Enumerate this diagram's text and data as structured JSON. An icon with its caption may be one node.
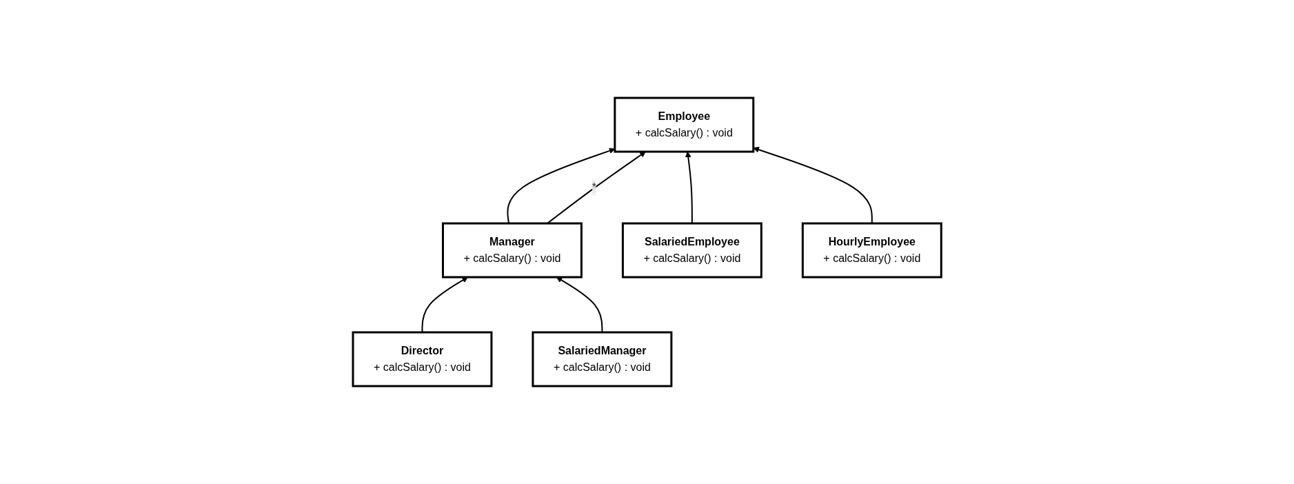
{
  "diagram": {
    "nodes": [
      {
        "text": [
          "Director",
          "+ calcSalary() : void"
        ]
      },
      {
        "text": [
          "Manager",
          "+ calcSalary() : void"
        ]
      },
      {
        "text": [
          "Employee",
          "+ calcSalary() : void"
        ]
      },
      {
        "text": [
          "SalariedManager",
          "+ calcSalary() : void"
        ]
      },
      {
        "text": [
          "SalariedEmployee",
          "+ calcSalary() : void"
        ]
      },
      {
        "text": [
          "HourlyEmployee",
          "+ calcSalary() : void"
        ]
      }
    ],
    "edges": [
      {
        "from": 0,
        "to": 1,
        "arrow": "to"
      },
      {
        "from": 1,
        "to": 2,
        "arrow": "to"
      },
      {
        "from": 1,
        "to": 2,
        "arrow": "to",
        "label": "*"
      },
      {
        "from": 3,
        "to": 1,
        "arrow": "to"
      },
      {
        "from": 4,
        "to": 2,
        "arrow": "to"
      },
      {
        "from": 5,
        "to": 2,
        "arrow": "to"
      }
    ]
  }
}
